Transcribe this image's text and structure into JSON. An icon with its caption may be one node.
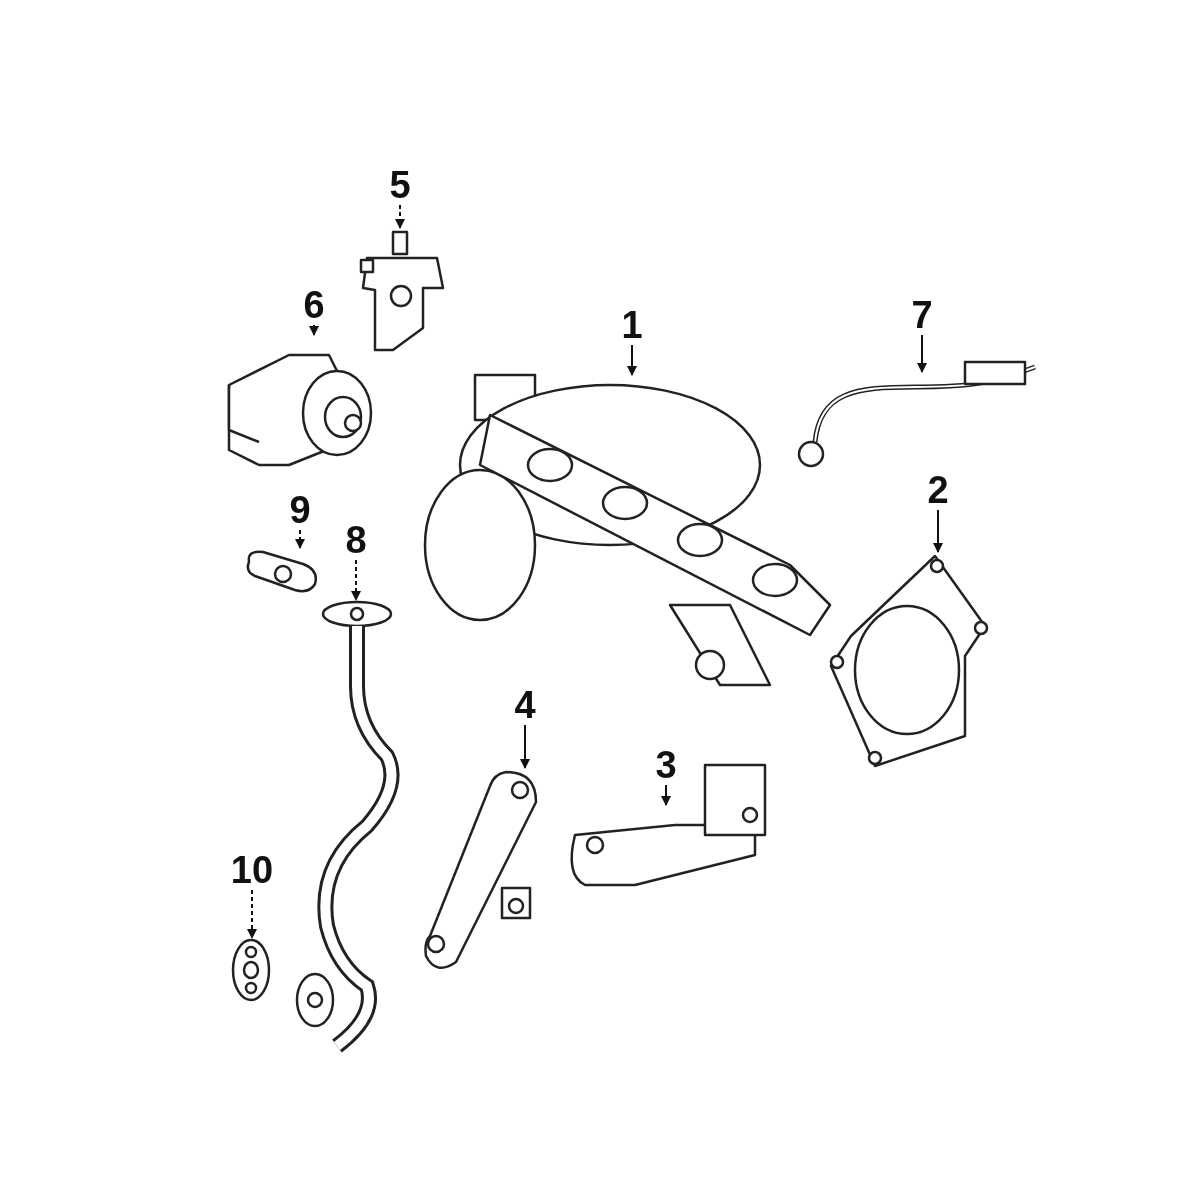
{
  "diagram": {
    "nodes": [
      {
        "text": [
          "5"
        ]
      },
      {
        "text": [
          "6"
        ]
      },
      {
        "text": [
          "1"
        ]
      },
      {
        "text": [
          "7"
        ]
      },
      {
        "text": [
          "9"
        ]
      },
      {
        "text": [
          "8"
        ]
      },
      {
        "text": [
          "2"
        ]
      },
      {
        "text": [
          "4"
        ]
      },
      {
        "text": [
          "3"
        ]
      },
      {
        "text": [
          "10"
        ]
      },
      {
        "text": [],
        "shape": "picture"
      },
      {
        "text": [],
        "shape": "picture"
      },
      {
        "text": [],
        "shape": "picture"
      },
      {
        "text": [],
        "shape": "picture"
      },
      {
        "text": [],
        "shape": "picture"
      },
      {
        "text": [],
        "shape": "picture"
      },
      {
        "text": [],
        "shape": "picture"
      },
      {
        "text": [],
        "shape": "picture"
      },
      {
        "text": [],
        "shape": "picture"
      },
      {
        "text": [],
        "shape": "picture"
      }
    ],
    "edges": [
      {
        "from": 0,
        "to": 10,
        "arrow": "to",
        "style": "dashed"
      },
      {
        "from": 1,
        "to": 11,
        "arrow": "to"
      },
      {
        "from": 2,
        "to": 12,
        "arrow": "to"
      },
      {
        "from": 3,
        "to": 13,
        "arrow": "to"
      },
      {
        "from": 4,
        "to": 14,
        "arrow": "to",
        "style": "dashed"
      },
      {
        "from": 5,
        "to": 15,
        "arrow": "to",
        "style": "dashed"
      },
      {
        "from": 6,
        "to": 16,
        "arrow": "to"
      },
      {
        "from": 7,
        "to": 17,
        "arrow": "to"
      },
      {
        "from": 8,
        "to": 18,
        "arrow": "to"
      },
      {
        "from": 9,
        "to": 19,
        "arrow": "to",
        "style": "dashed"
      }
    ]
  }
}
